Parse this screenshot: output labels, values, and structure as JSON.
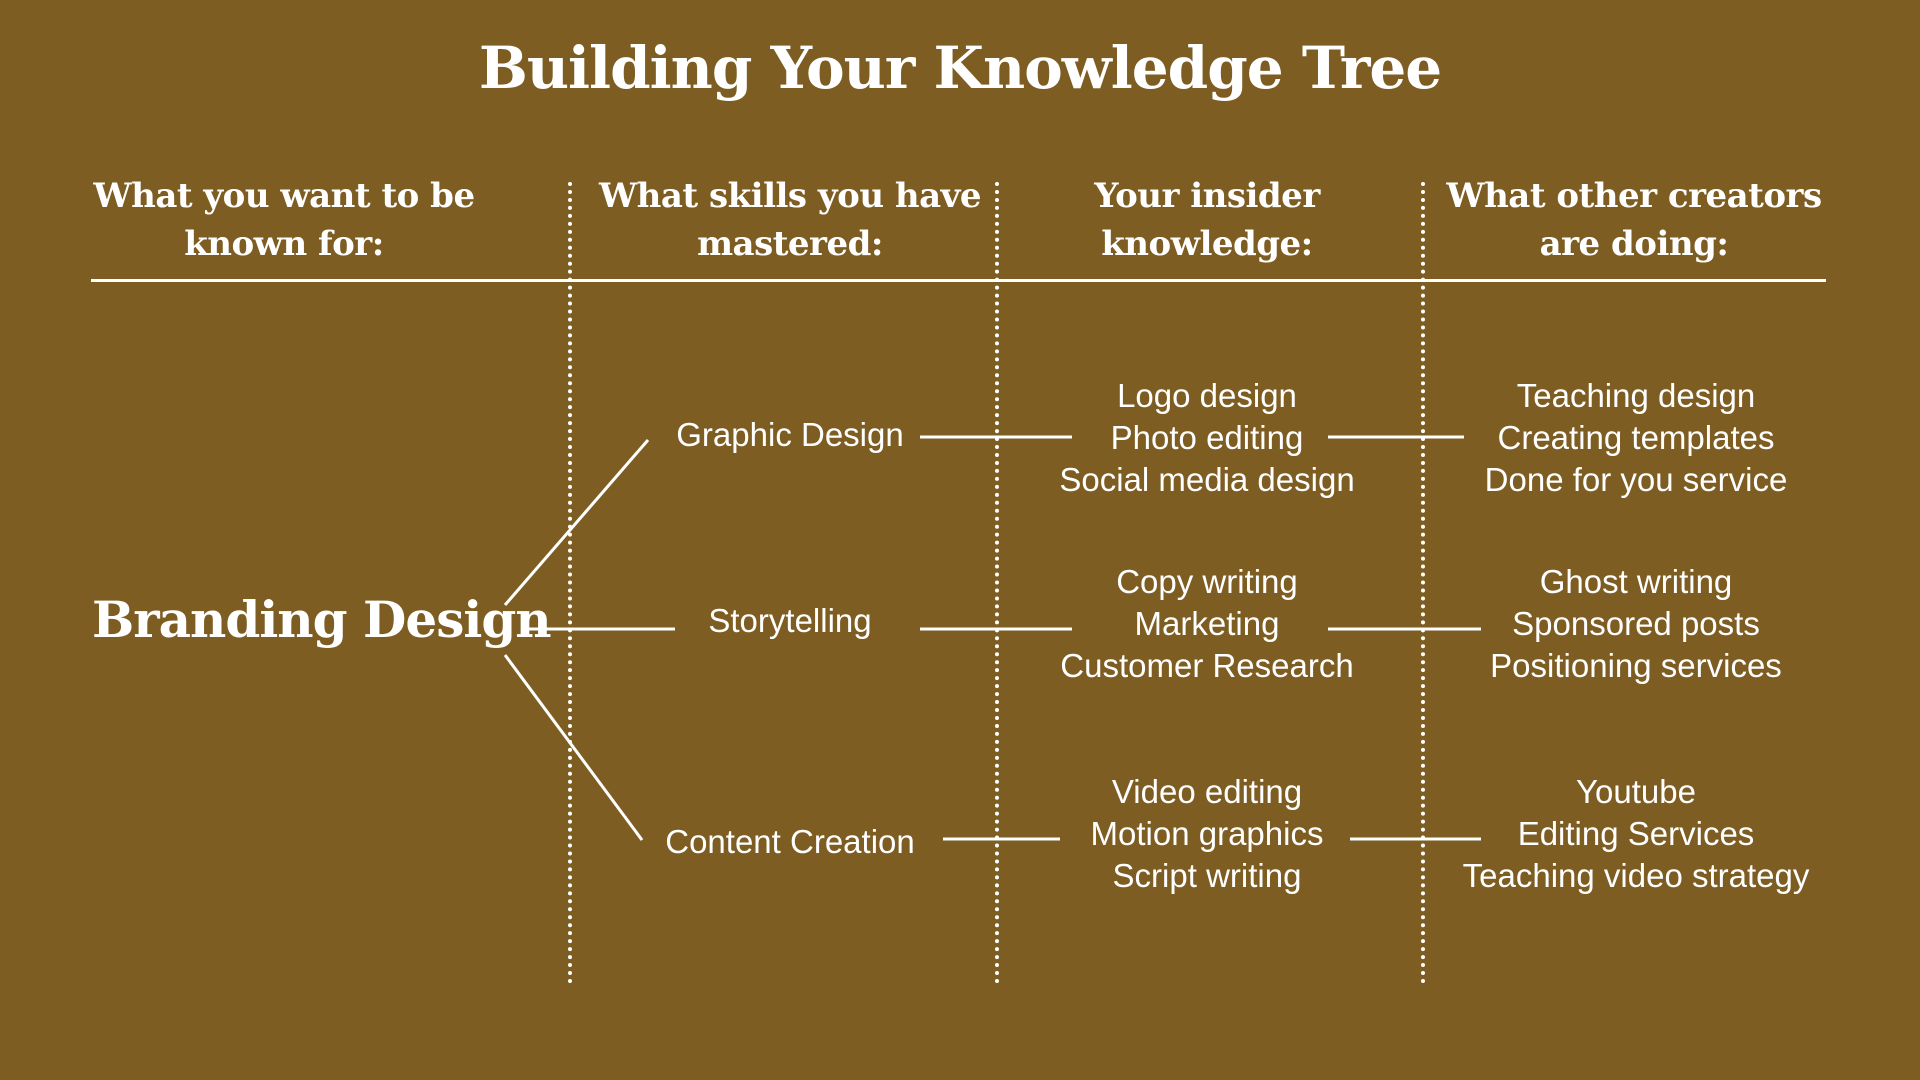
{
  "title": "Building Your Knowledge Tree",
  "colors": {
    "background": "#7e5d23",
    "foreground": "#ffffff"
  },
  "headers": [
    "What you want to be known for:",
    "What skills you have mastered:",
    "Your insider knowledge:",
    "What other creators are doing:"
  ],
  "root": "Branding Design",
  "branches": [
    {
      "skill": "Graphic Design",
      "insider": [
        "Logo design",
        "Photo editing",
        "Social media design"
      ],
      "others": [
        "Teaching design",
        "Creating templates",
        "Done for you service"
      ]
    },
    {
      "skill": "Storytelling",
      "insider": [
        "Copy writing",
        "Marketing",
        "Customer Research"
      ],
      "others": [
        "Ghost writing",
        "Sponsored posts",
        "Positioning services"
      ]
    },
    {
      "skill": "Content Creation",
      "insider": [
        "Video editing",
        "Motion graphics",
        "Script writing"
      ],
      "others": [
        "Youtube",
        "Editing Services",
        "Teaching video strategy"
      ]
    }
  ]
}
